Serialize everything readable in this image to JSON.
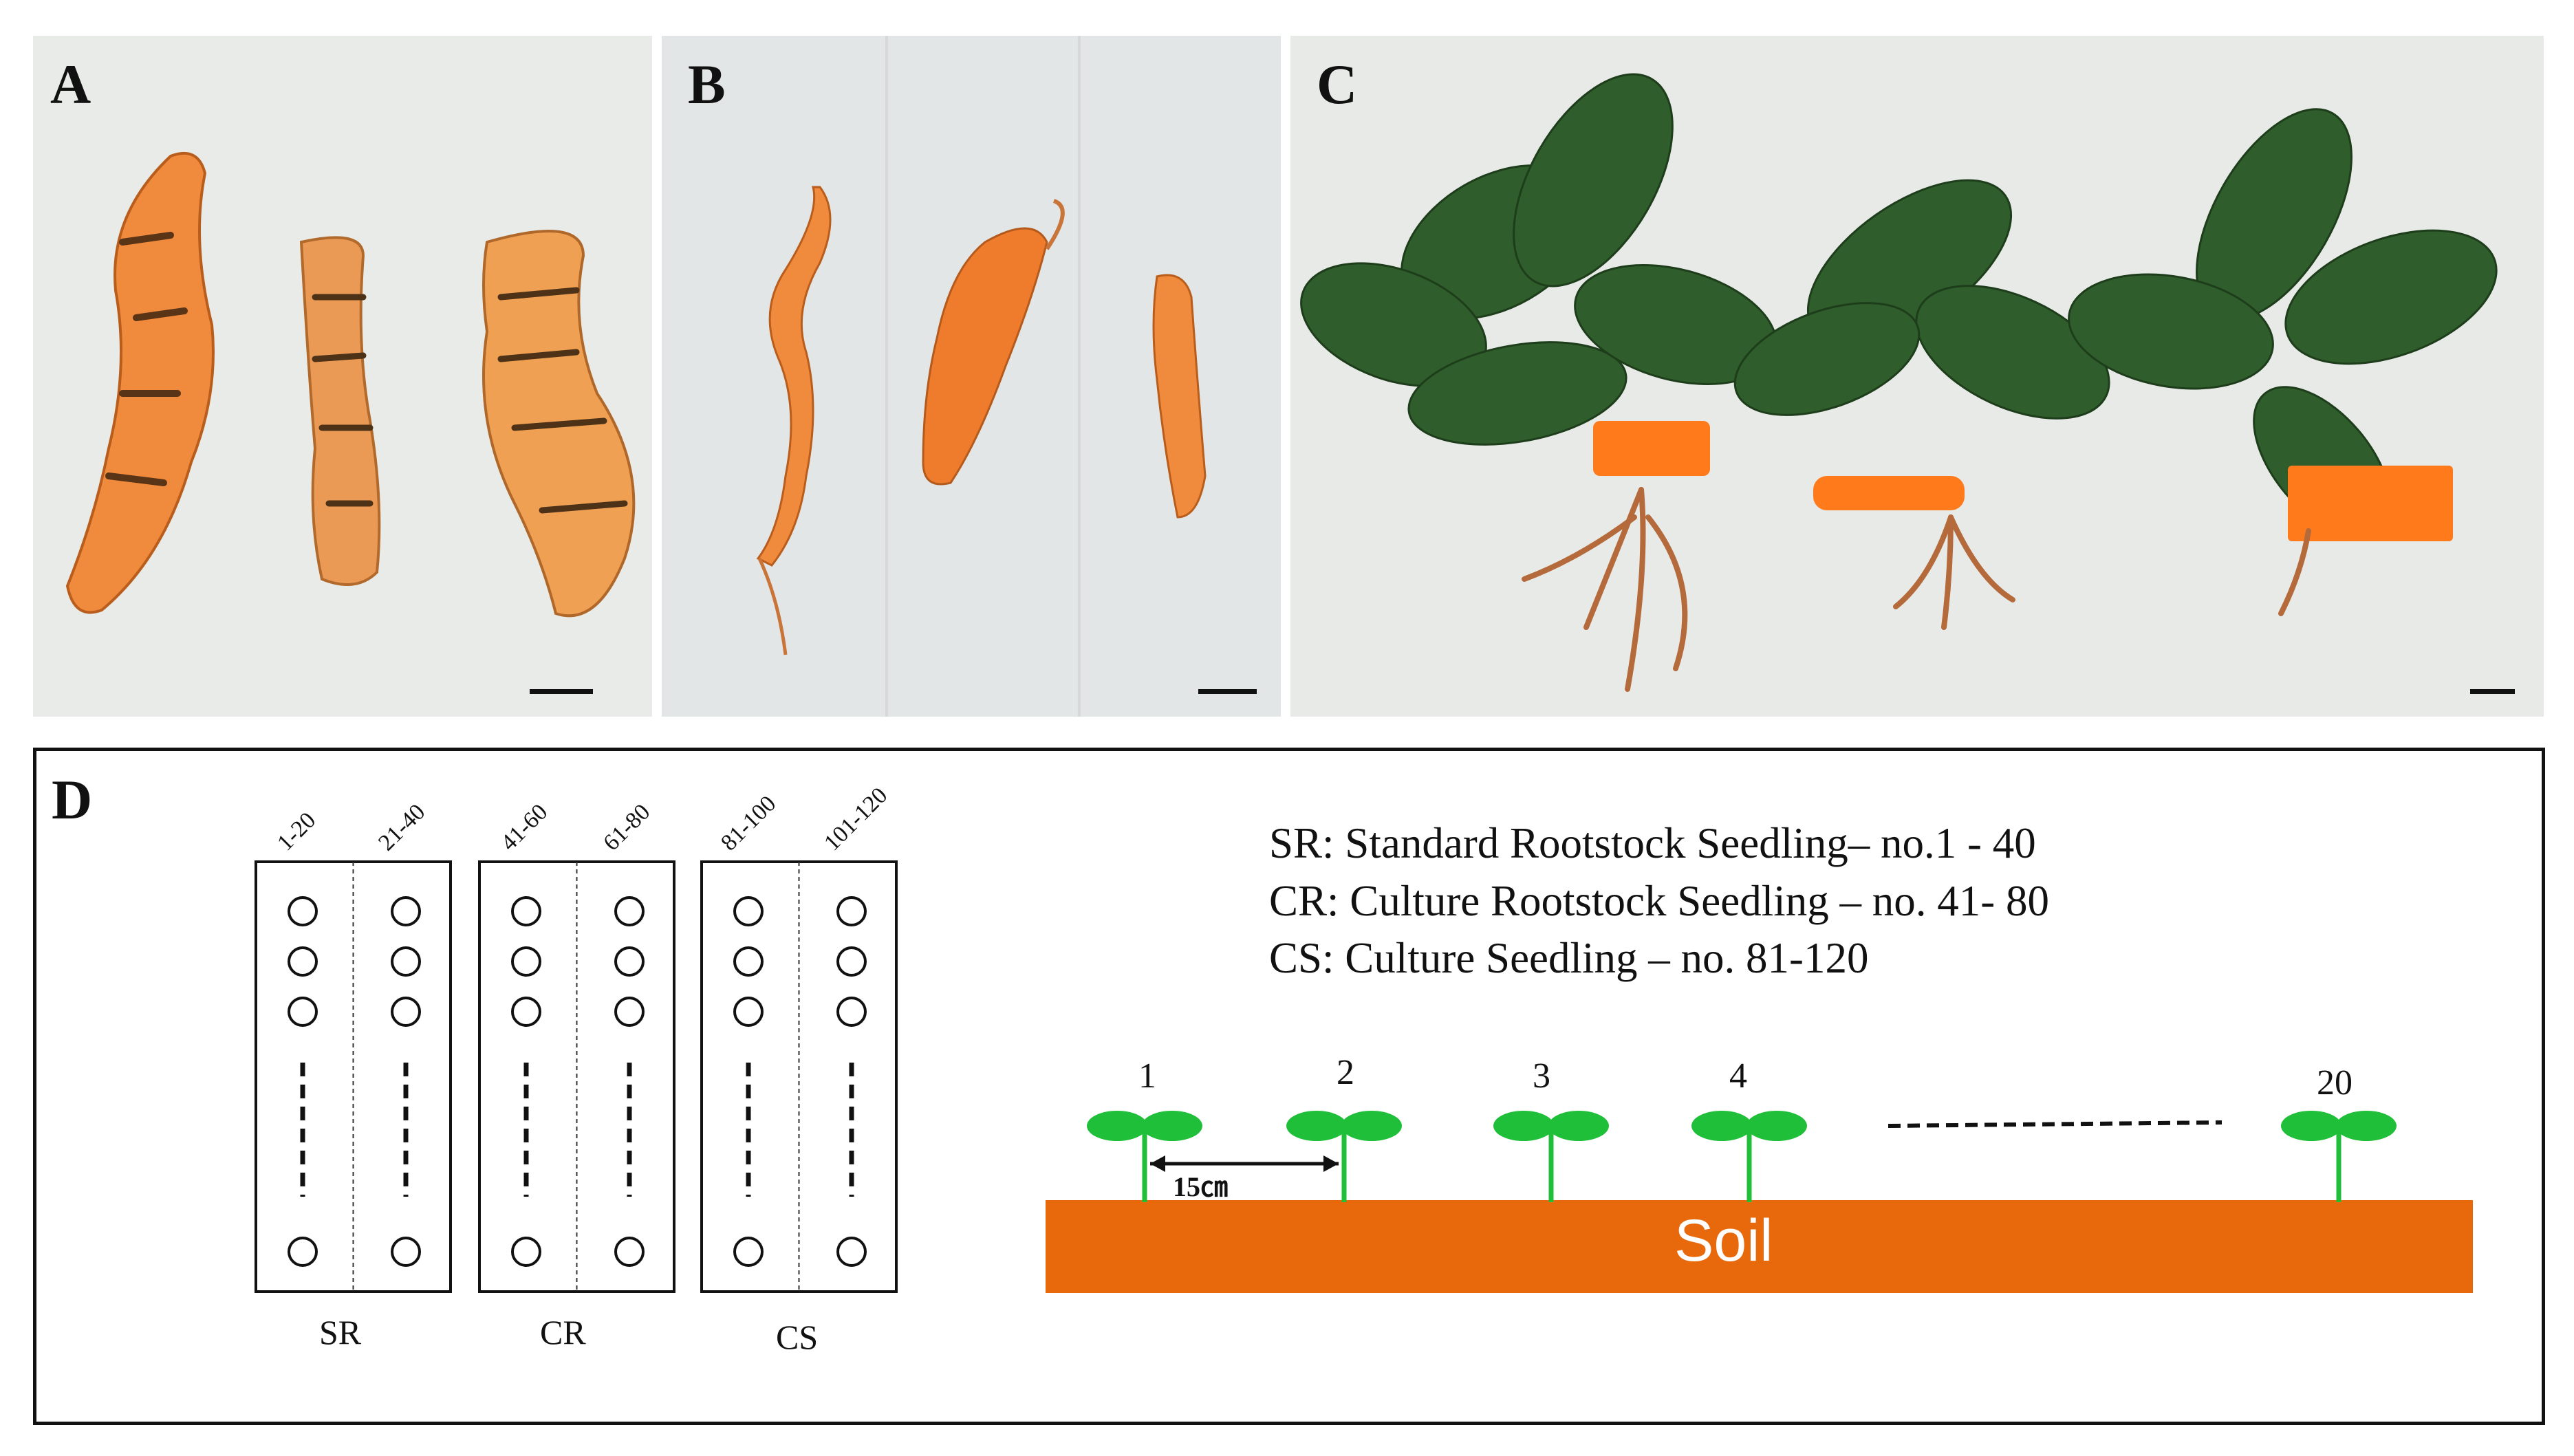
{
  "panels": {
    "a": {
      "letter": "A"
    },
    "b": {
      "letter": "B"
    },
    "c": {
      "letter": "C"
    },
    "d": {
      "letter": "D"
    }
  },
  "diagram": {
    "legend": [
      "SR: Standard Rootstock Seedling– no.1 - 40",
      "CR: Culture Rootstock Seedling – no. 41- 80",
      "CS: Culture Seedling – no. 81-120"
    ],
    "groups": [
      {
        "name": "SR",
        "ranges": [
          "1-20",
          "21-40"
        ]
      },
      {
        "name": "CR",
        "ranges": [
          "41-60",
          "61-80"
        ]
      },
      {
        "name": "CS",
        "ranges": [
          "81-100",
          "101-120"
        ]
      }
    ],
    "seedling_numbers": [
      "1",
      "2",
      "3",
      "4",
      "20"
    ],
    "spacing_label": "15㎝",
    "soil_label": "Soil"
  },
  "colors": {
    "soil": "#e8690b",
    "leaf": "#1fbf3a",
    "stem": "#1fbf3a",
    "carrot": "#f08a3c",
    "foliage": "#2f5e2c",
    "tag": "#ff7a1a"
  }
}
